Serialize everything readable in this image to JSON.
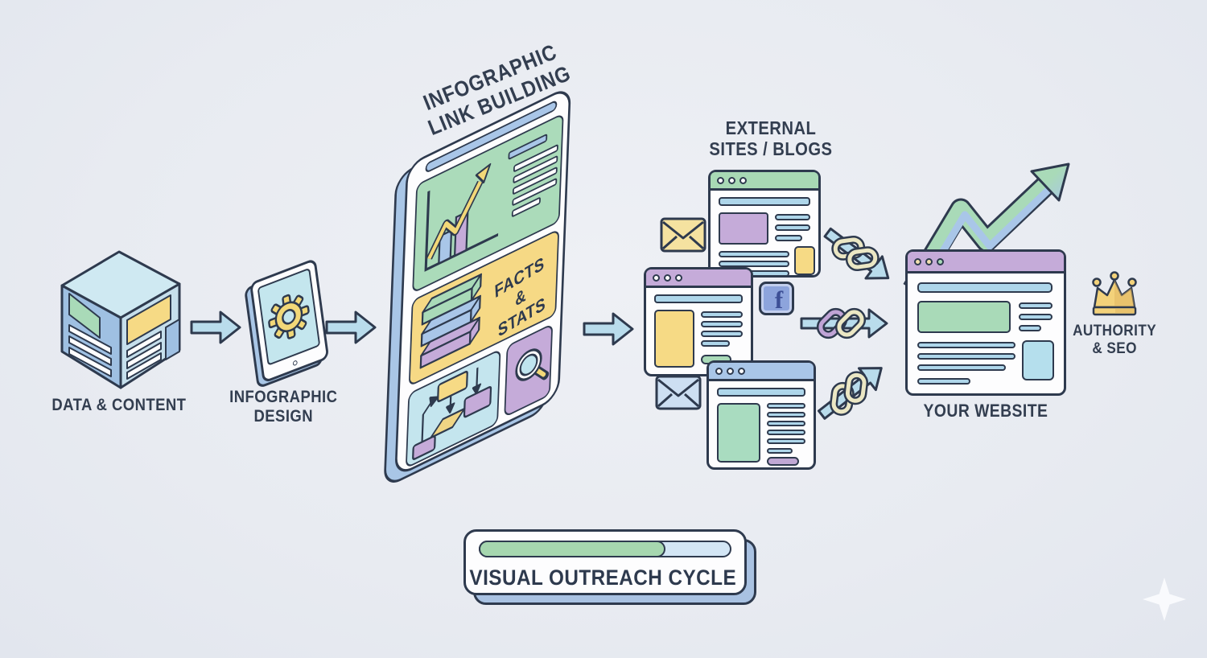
{
  "palette": {
    "background": "#e9ecf2",
    "ink_outline": "#2e3a4e",
    "label_text": "#333e50",
    "arrow_fill": "#b9dcec",
    "green": "#a9dab8",
    "yellow": "#f6da85",
    "purple": "#c5abd9",
    "blue": "#a9c6e8",
    "cyan": "#c4e6ee",
    "chain_cream": "#ebe7c4",
    "gold": "#f3d27a",
    "shadow_blue": "#a9c2e2"
  },
  "stages": {
    "data_content": {
      "label": "DATA & CONTENT"
    },
    "infographic_design": {
      "line1": "INFOGRAPHIC",
      "line2": "DESIGN"
    },
    "infographic_link_building": {
      "line1": "INFOGRAPHIC",
      "line2": "LINK BUILDING"
    },
    "facts_stats": {
      "line1": "FACTS",
      "line2": "& STATS"
    },
    "external_sites": {
      "line1": "EXTERNAL",
      "line2": "SITES / BLOGS"
    },
    "your_website": {
      "label": "YOUR WEBSITE"
    },
    "authority_seo": {
      "line1": "AUTHORITY",
      "line2": "& SEO"
    }
  },
  "outreach": {
    "label": "VISUAL OUTREACH CYCLE",
    "progress_percent": 75
  },
  "icons": {
    "facebook_letter": "f",
    "gear": "⚙",
    "envelope": "✉",
    "chain_link": "🔗",
    "magnifier": "🔍",
    "crown": "👑",
    "refresh": "↺",
    "growth_arrow": "↗",
    "flow_arrow": "➜",
    "sparkle": "✦"
  }
}
